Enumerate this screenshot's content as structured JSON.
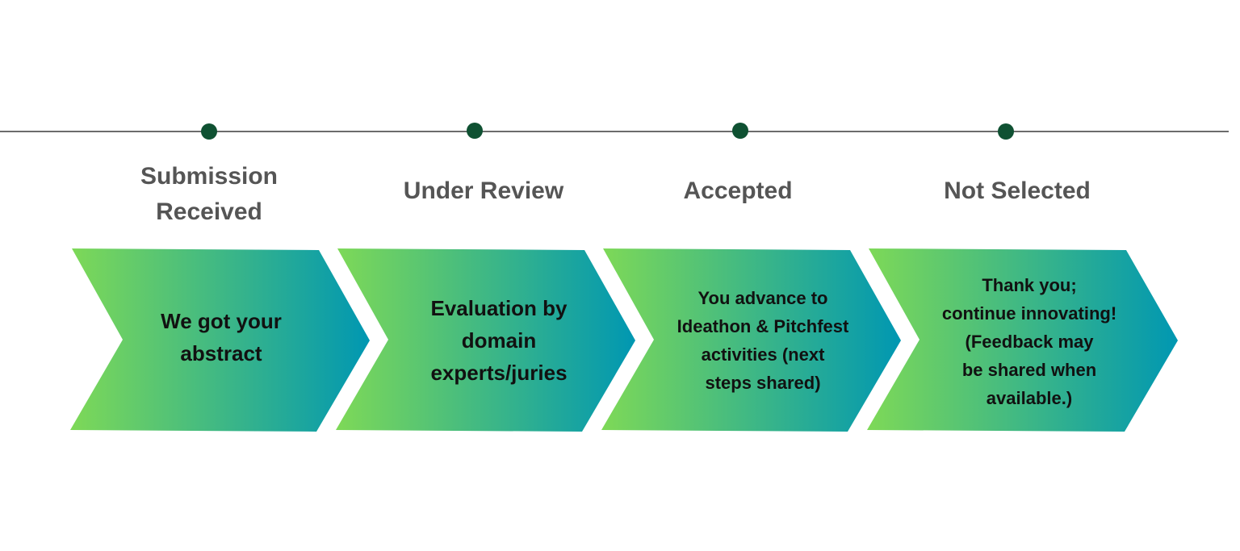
{
  "colors": {
    "timeline_line": "#6b6b6b",
    "timeline_dot": "#0f5132",
    "chevron_gradient_start": "#7ed957",
    "chevron_gradient_end": "#0097b2",
    "title_text": "#555555",
    "desc_text": "#111111"
  },
  "stages": [
    {
      "title": "Submission\nReceived",
      "description": "We got your\nabstract"
    },
    {
      "title": "Under Review",
      "description": "Evaluation by\ndomain\nexperts/juries"
    },
    {
      "title": "Accepted",
      "description": "You advance to\nIdeathon & Pitchfest\nactivities (next\nsteps shared)"
    },
    {
      "title": "Not Selected",
      "description": "Thank you;\ncontinue innovating!\n(Feedback may\nbe shared when\navailable.)"
    }
  ]
}
